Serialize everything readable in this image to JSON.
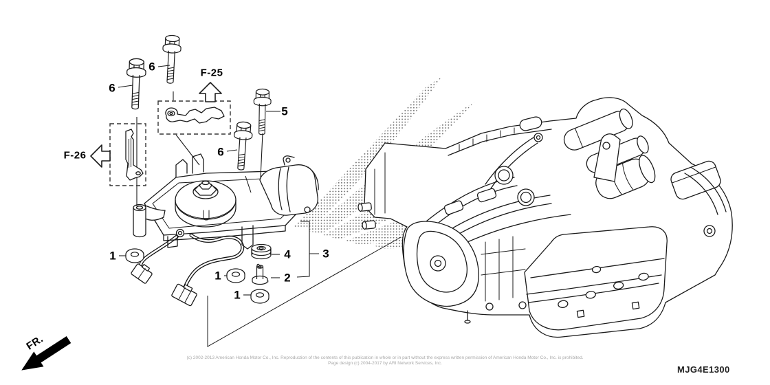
{
  "diagram": {
    "code": "MJG4E1300",
    "front_label": "FR.",
    "refs": {
      "f25": "F-25",
      "f26": "F-26"
    },
    "callouts": {
      "c6a": "6",
      "c6b": "6",
      "c6c": "6",
      "c5": "5",
      "c1a": "1",
      "c1b": "1",
      "c1c": "1",
      "c2": "2",
      "c3": "3",
      "c4": "4"
    },
    "footer": {
      "copyright_line1": "(c) 2002-2013 American Honda Motor Co., Inc. Reproduction of the contents of this publication in whole or in part without the express written permission of American Honda Motor Co., Inc. is prohibited.",
      "copyright_line2": "Page design (c) 2004-2017 by ARI Network Services, Inc."
    },
    "colors": {
      "line": "#1a1a1a",
      "watermark_dot": "#6e6e6e",
      "collar_shadow": "#b5b5b5"
    }
  }
}
